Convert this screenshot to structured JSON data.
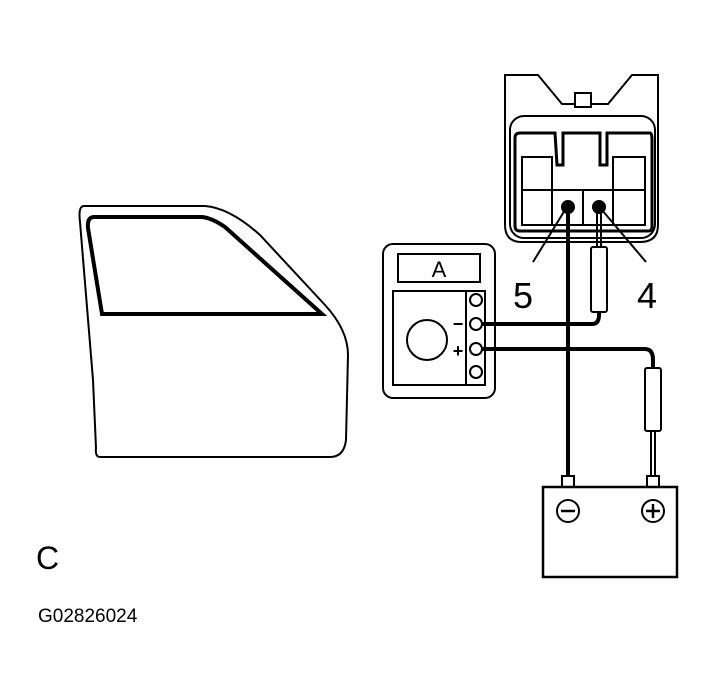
{
  "diagram": {
    "meter_label": "A",
    "pin_labels": {
      "pin5": "5",
      "pin4": "4"
    },
    "meter_polarity": {
      "minus": "−",
      "plus": "+"
    },
    "battery_symbols": {
      "negative": "minus-circle-icon",
      "positive": "plus-circle-icon"
    },
    "step_label": "C",
    "figure_id": "G02826024",
    "line_color": "#000000",
    "background": "#ffffff"
  }
}
